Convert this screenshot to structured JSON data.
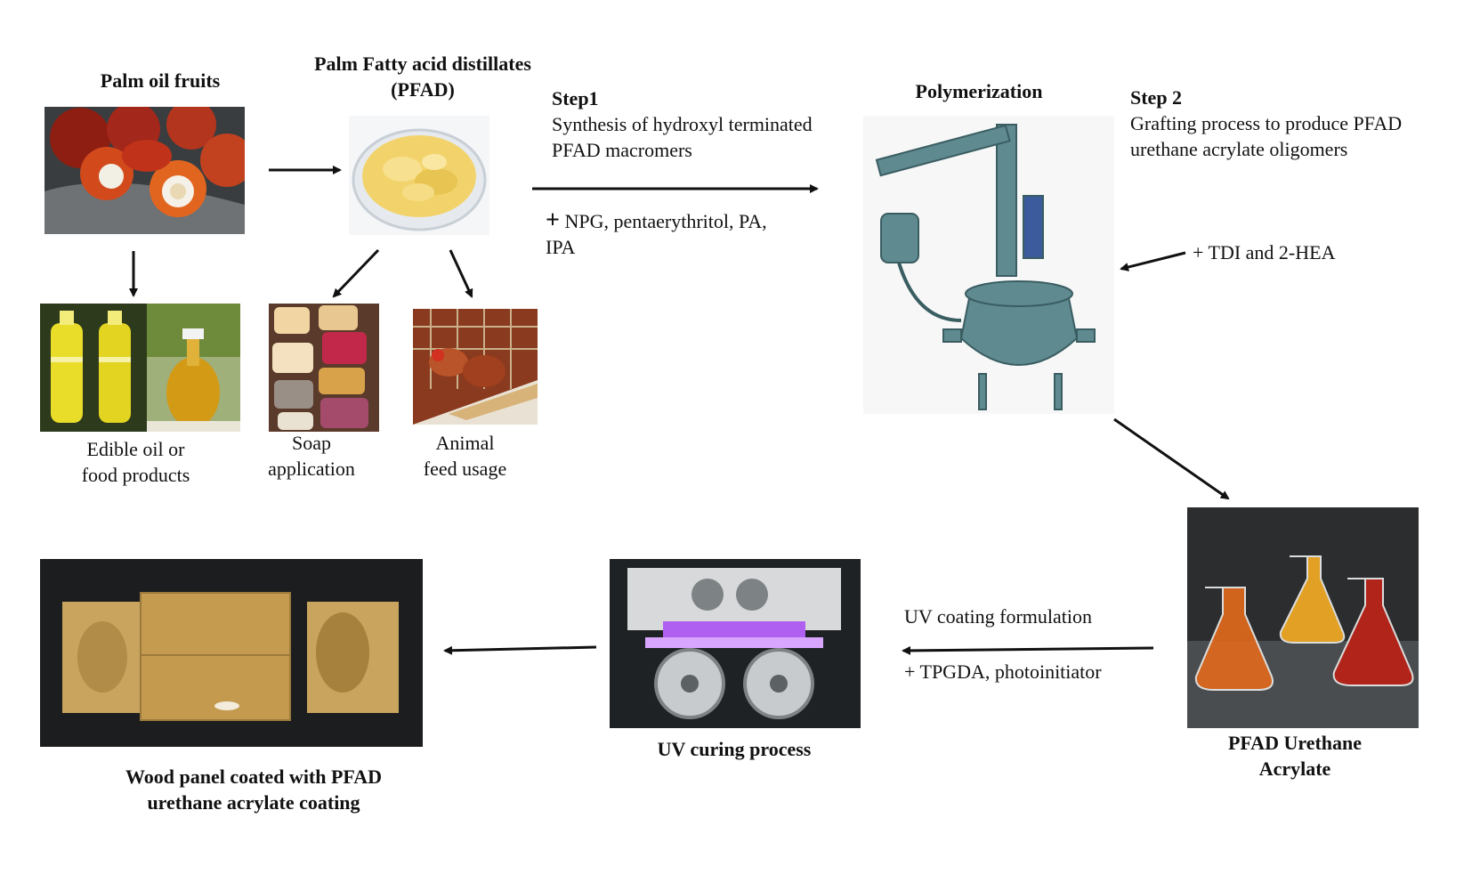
{
  "labels": {
    "palm_oil_fruits": "Palm oil fruits",
    "pfad_line1": "Palm Fatty acid distillates",
    "pfad_line2": "(PFAD)",
    "step1_title": "Step1",
    "step1_line1": "Synthesis of hydroxyl terminated",
    "step1_line2": "PFAD macromers",
    "step1_reagents_line1": "NPG, pentaerythritol, PA,",
    "step1_reagents_line2": "IPA",
    "plus_sign": "+",
    "polymerization": "Polymerization",
    "step2_title": "Step 2",
    "step2_line1": "Grafting process to produce PFAD",
    "step2_line2": "urethane acrylate oligomers",
    "step2_reagents": "+ TDI and 2-HEA",
    "edible_line1": "Edible oil or",
    "edible_line2": "food products",
    "soap_line1": "Soap",
    "soap_line2": "application",
    "feed_line1": "Animal",
    "feed_line2": "feed usage",
    "uv_formulation": "UV coating formulation",
    "uv_reagents": "+ TPGDA, photoinitiator",
    "pfad_ua_line1": "PFAD Urethane",
    "pfad_ua_line2": "Acrylate",
    "uv_curing": "UV curing process",
    "wood_line1": "Wood panel coated with PFAD",
    "wood_line2": "urethane acrylate coating"
  },
  "colors": {
    "arrow": "#111111",
    "reactor": "#5f8a8f",
    "pfad_yellow": "#f2d36b",
    "uv_purple": "#b060f0",
    "wood": "#c9a45e"
  },
  "icons": [
    "palm-fruit-photo",
    "pfad-flakes-photo",
    "oil-bottles-photo",
    "soap-bars-photo",
    "chicken-feed-photo",
    "reactor-vessel-illustration",
    "acrylate-flasks-photo",
    "uv-curing-machine-photo",
    "coated-wood-panel-photo"
  ]
}
